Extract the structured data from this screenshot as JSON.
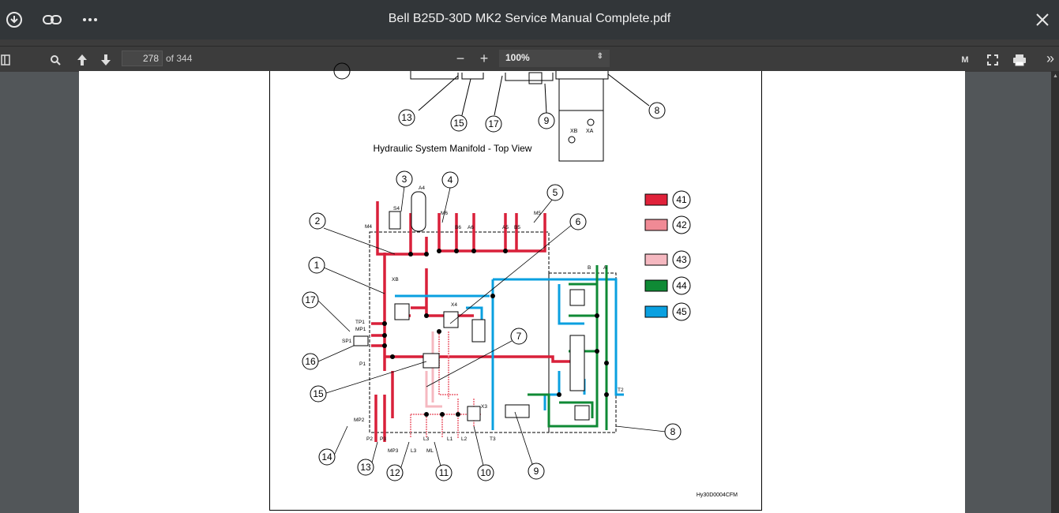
{
  "window": {
    "title": "Bell B25D-30D MK2 Service Manual Complete.pdf",
    "download_icon": "download-icon",
    "link_icon": "link-icon",
    "more_icon": "more-icon",
    "close_icon": "close-icon"
  },
  "toolbar": {
    "sidebar_icon": "sidebar-toggle-icon",
    "search_icon": "search-icon",
    "prev_icon": "arrow-up-icon",
    "next_icon": "arrow-down-icon",
    "page_number": "278",
    "page_total": "of 344",
    "zoom_out": "−",
    "zoom_in": "+",
    "zoom_value": "100%",
    "presentation_icon": "M",
    "fullscreen_icon": "fullscreen-icon",
    "print_icon": "print-icon",
    "more_tools": "»"
  },
  "document": {
    "top_caption": "Hydraulic System Manifold - Top View",
    "figure_id": "Hy30D0004CFM",
    "top_callouts": [
      "13",
      "15",
      "17",
      "9",
      "8"
    ],
    "top_labels": [
      "XB",
      "XA"
    ],
    "callouts": [
      "3",
      "4",
      "5",
      "6",
      "2",
      "1",
      "17",
      "16",
      "15",
      "7",
      "8",
      "14",
      "13",
      "12",
      "11",
      "10",
      "9"
    ],
    "port_labels": [
      "A4",
      "S4",
      "M4",
      "M6",
      "B6",
      "A6",
      "A5",
      "B5",
      "M5",
      "XB",
      "X4",
      "TP1",
      "MP1",
      "SP1",
      "P1",
      "MP2",
      "P2",
      "P3",
      "MP3",
      "L3",
      "L3",
      "L1",
      "L2",
      "ML",
      "X3",
      "T3",
      "B",
      "A",
      "T2"
    ],
    "legend": [
      {
        "num": "41",
        "color": "#e0223a"
      },
      {
        "num": "42",
        "color": "#f08a95"
      },
      {
        "num": "43",
        "color": "#f5b8c0"
      },
      {
        "num": "44",
        "color": "#0f8a35"
      },
      {
        "num": "45",
        "color": "#0aa0e0"
      }
    ]
  }
}
